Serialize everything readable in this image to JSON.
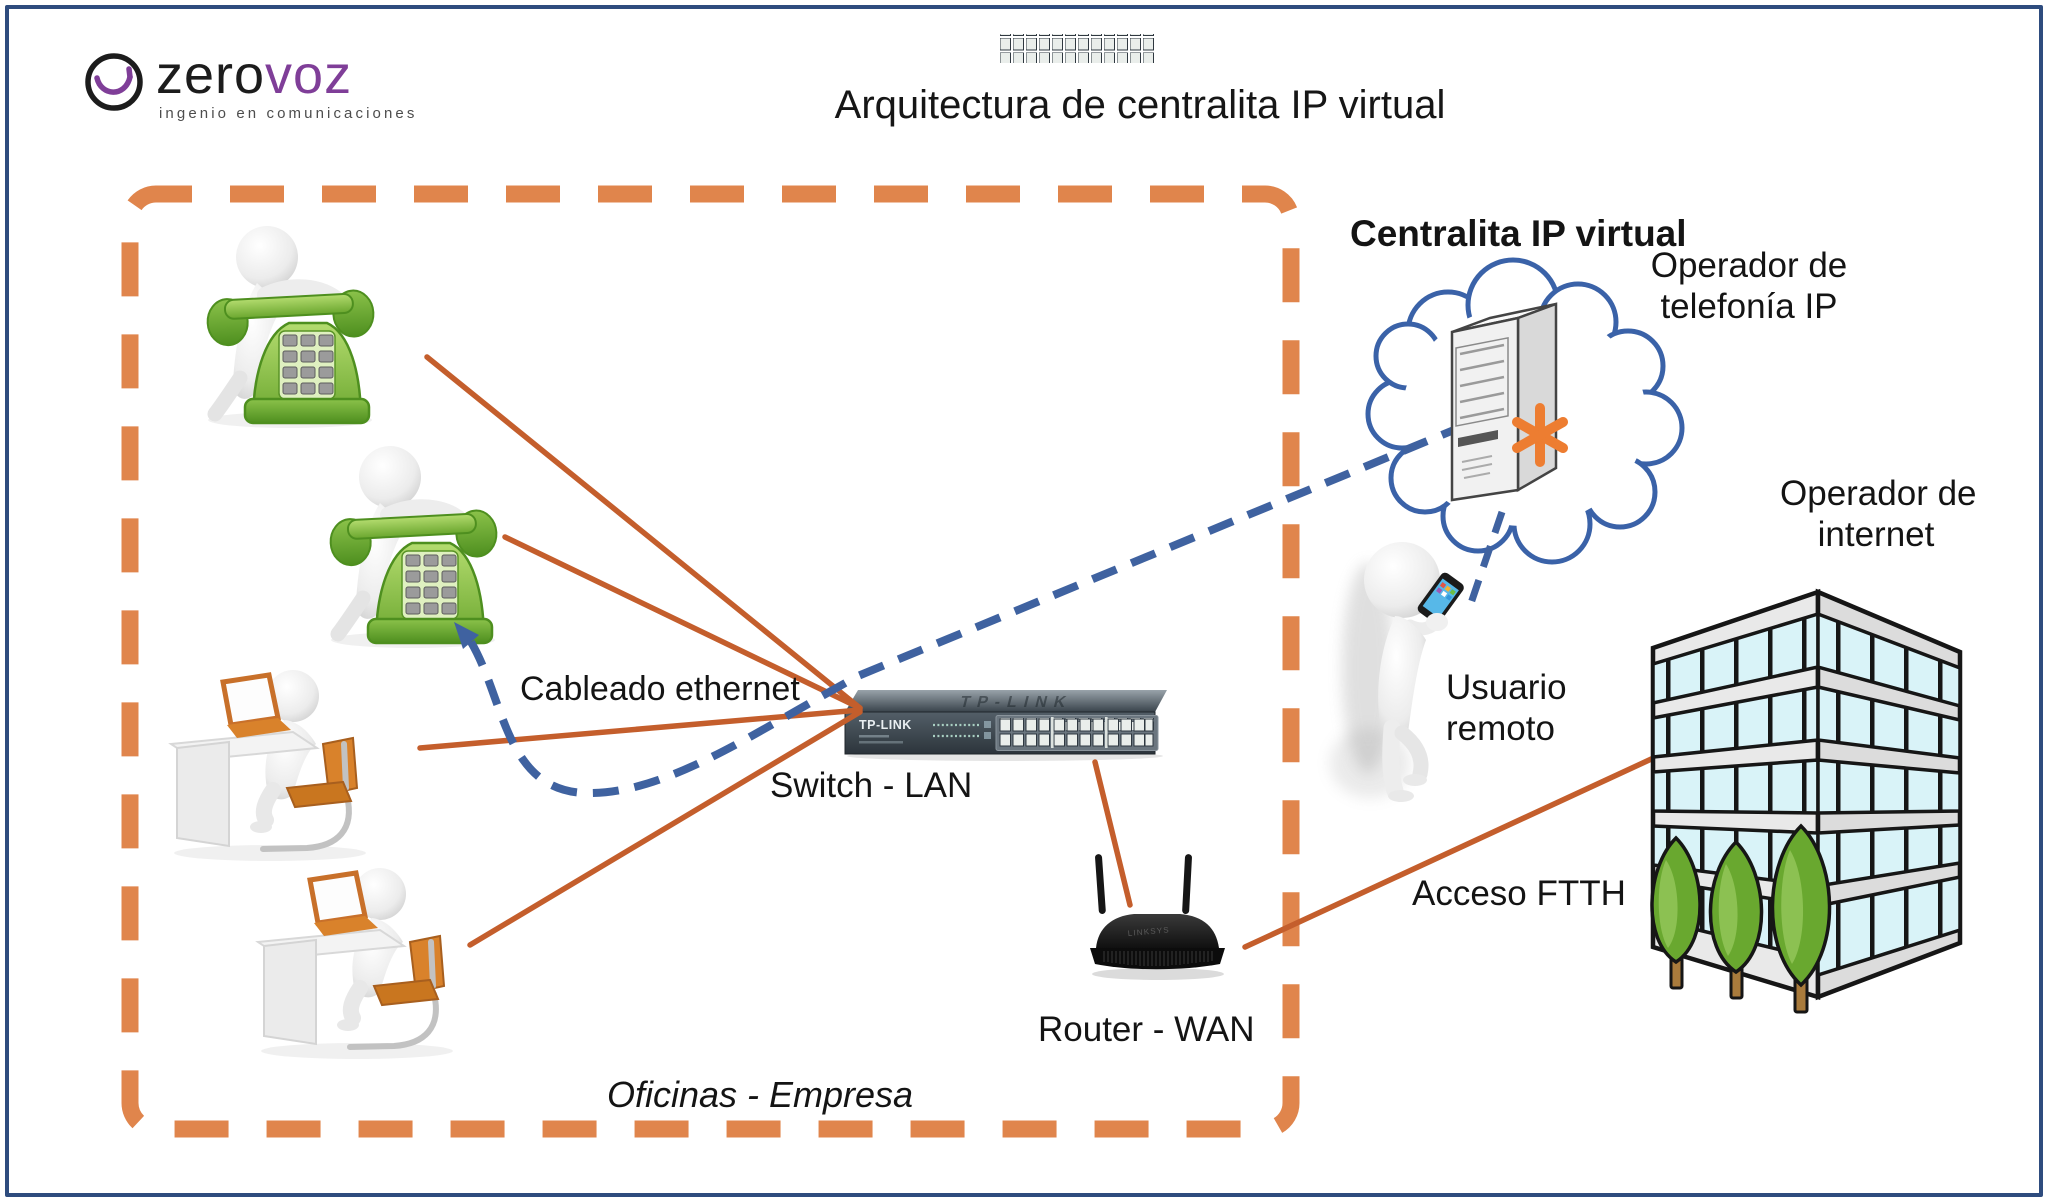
{
  "title": "Arquitectura de centralita IP virtual",
  "logo": {
    "brand_black": "zero",
    "brand_purple": "voz",
    "tagline": "ingenio en comunicaciones"
  },
  "zone": {
    "label": "Oficinas - Empresa"
  },
  "network": {
    "cabling_label": "Cableado ethernet",
    "switch_label": "Switch - LAN",
    "switch_brand": "TP-LINK",
    "router_label": "Router - WAN",
    "router_brand": "LINKSYS",
    "ftth_label": "Acceso FTTH"
  },
  "cloud": {
    "title": "Centralita IP virtual",
    "operator_line1": "Operador de",
    "operator_line2": "telefonía IP"
  },
  "isp": {
    "line1": "Operador de",
    "line2": "internet"
  },
  "remote_user": {
    "line1": "Usuario",
    "line2": "remoto"
  },
  "colors": {
    "boundary_orange": "#E0854C",
    "cable_orange": "#C45E2C",
    "voip_dashed_blue": "#3F62A0",
    "cloud_stroke": "#3A62A8",
    "frame_navy": "#2E4C7E",
    "brand_purple": "#7F3E98",
    "asterisk_orange": "#ED7D31",
    "phone_green": "#7CB83E"
  }
}
